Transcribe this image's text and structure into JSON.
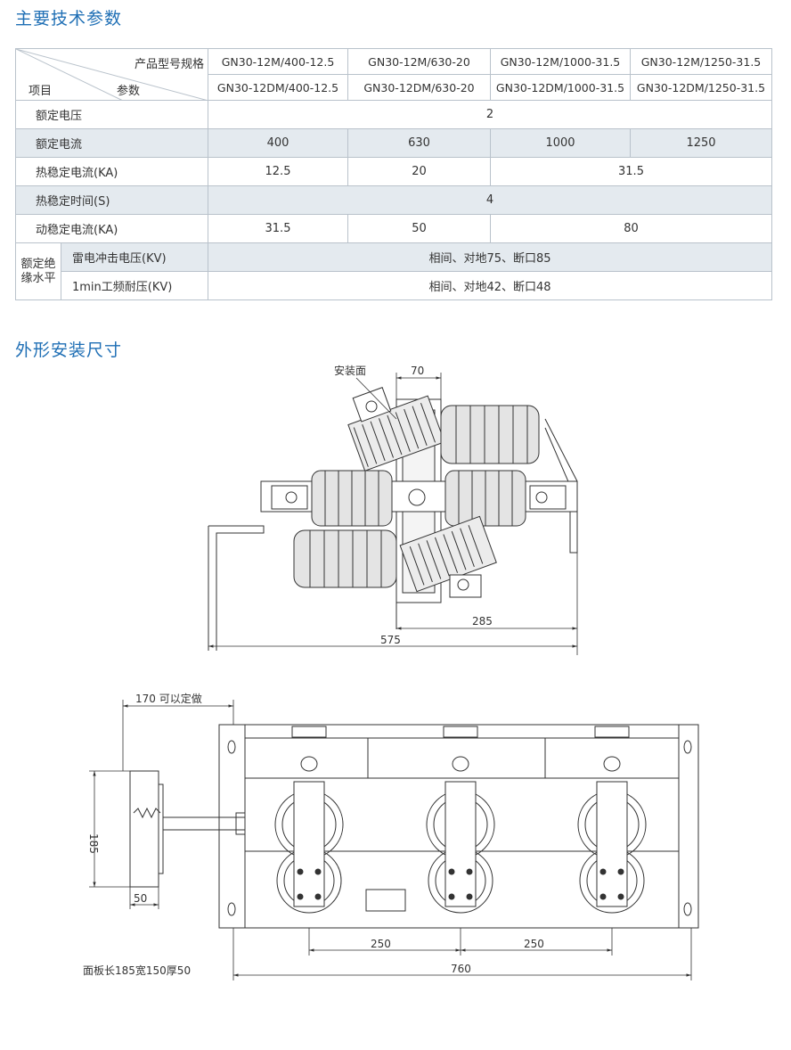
{
  "section1_title": "主要技术参数",
  "section2_title": "外形安装尺寸",
  "table": {
    "header_spec_label": "产品型号规格",
    "header_param_label": "参数",
    "header_item_label": "项目",
    "models_row1": [
      "GN30-12M/400-12.5",
      "GN30-12M/630-20",
      "GN30-12M/1000-31.5",
      "GN30-12M/1250-31.5"
    ],
    "models_row2": [
      "GN30-12DM/400-12.5",
      "GN30-12DM/630-20",
      "GN30-12DM/1000-31.5",
      "GN30-12DM/1250-31.5"
    ],
    "rated_voltage": {
      "label": "额定电压",
      "value": "2"
    },
    "rated_current": {
      "label": "额定电流",
      "values": [
        "400",
        "630",
        "1000",
        "1250"
      ]
    },
    "thermal_current": {
      "label": "热稳定电流(KA)",
      "values": [
        "12.5",
        "20",
        "31.5"
      ]
    },
    "thermal_time": {
      "label": "热稳定时间(S)",
      "value": "4"
    },
    "dynamic_current": {
      "label": "动稳定电流(KA)",
      "values": [
        "31.5",
        "50",
        "80"
      ]
    },
    "insulation": {
      "group_label": "额定绝缘水平",
      "lightning": {
        "label": "雷电冲击电压(KV)",
        "value": "相间、对地75、断口85"
      },
      "power_freq": {
        "label": "1min工频耐压(KV)",
        "value": "相间、对地42、断口48"
      }
    }
  },
  "drawing_top": {
    "mount_face_label": "安装面",
    "dim_70": "70",
    "dim_285": "285",
    "dim_575": "575"
  },
  "drawing_bottom": {
    "dim_170_label": "170 可以定做",
    "dim_185": "185",
    "dim_50": "50",
    "dim_250_left": "250",
    "dim_250_right": "250",
    "dim_760": "760",
    "panel_note": "面板长185宽150厚50"
  }
}
